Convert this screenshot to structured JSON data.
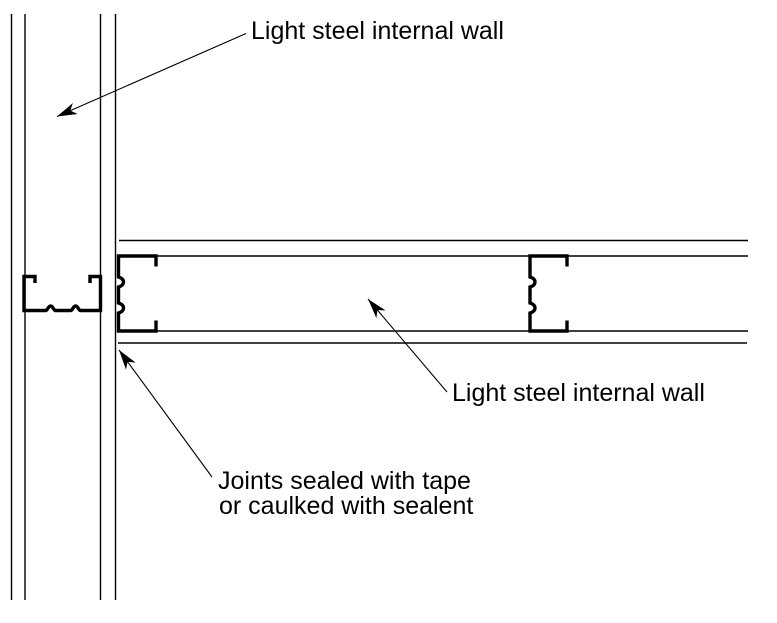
{
  "diagram": {
    "background": "#ffffff",
    "line_color": "#000000",
    "labels": {
      "vertical_wall": "Light steel internal wall",
      "horizontal_wall": "Light steel internal wall",
      "joint_note_line1": "Joints sealed with tape",
      "joint_note_line2": "or caulked with sealent"
    }
  }
}
